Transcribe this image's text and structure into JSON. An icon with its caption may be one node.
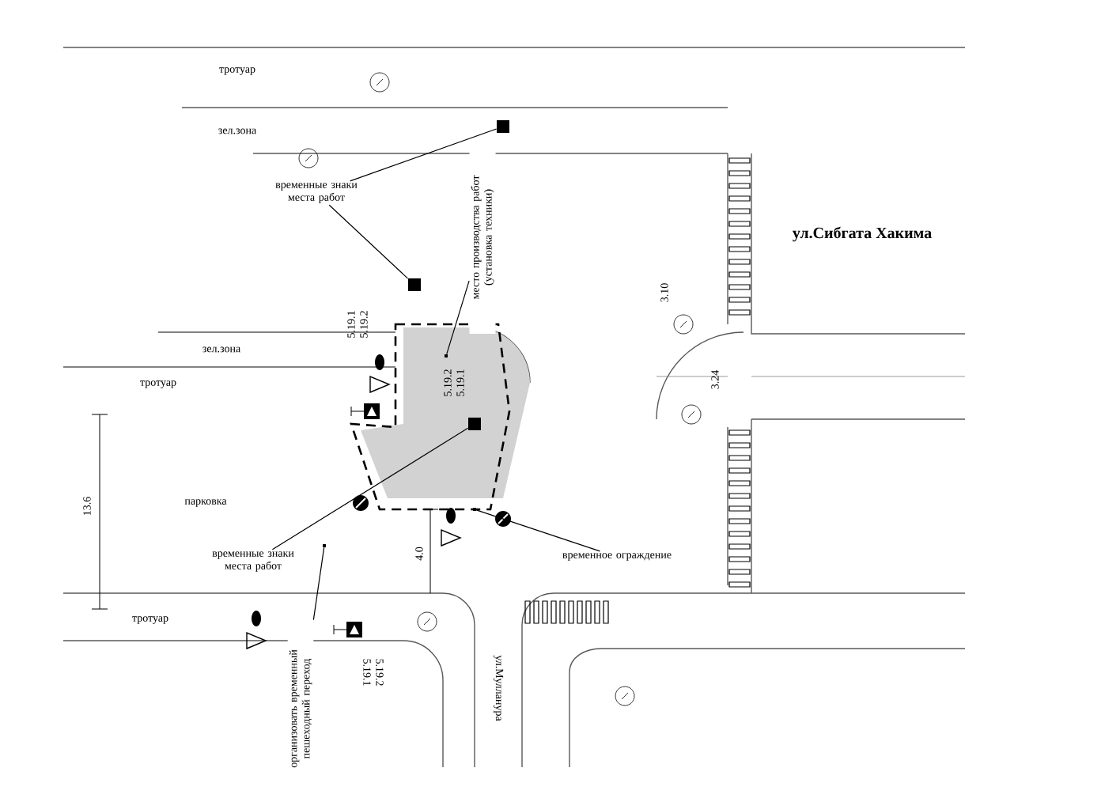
{
  "diagram": {
    "nodes": [
      {
        "text": [
          "временные знаки места работ"
        ]
      },
      {
        "text": [],
        "shape": "box"
      },
      {
        "text": [],
        "shape": "box"
      },
      {
        "text": [
          "место производства работ (установка техники)"
        ]
      },
      {
        "text": [],
        "shape": "box"
      },
      {
        "text": [
          "временные знаки места работ"
        ]
      },
      {
        "text": [],
        "shape": "box"
      },
      {
        "text": [
          "организовать временный пешеходный переход"
        ]
      },
      {
        "text": [],
        "shape": "box"
      },
      {
        "text": [
          "временное ограждение"
        ]
      },
      {
        "text": [],
        "shape": "box"
      }
    ],
    "edges": [
      {
        "from": 0,
        "to": 1,
        "arrow": "none"
      },
      {
        "from": 0,
        "to": 2,
        "arrow": "none"
      },
      {
        "from": 3,
        "to": 4,
        "arrow": "none"
      },
      {
        "from": 5,
        "to": 6,
        "arrow": "none"
      },
      {
        "from": 7,
        "to": 8,
        "arrow": "none"
      },
      {
        "from": 9,
        "to": 10,
        "arrow": "none"
      }
    ],
    "labels": [
      "тротуар",
      "зел.зона",
      "ул.Сибгата Хакима",
      "зел.зона",
      "тротуар",
      "5.19.1",
      "5.19.2",
      "5.19.2",
      "5.19.1",
      "3.10",
      "3.24",
      "парковка",
      "13.6",
      "4.0",
      "тротуар",
      "5.19.1",
      "5.19.2",
      "ул.Мулланура"
    ]
  }
}
